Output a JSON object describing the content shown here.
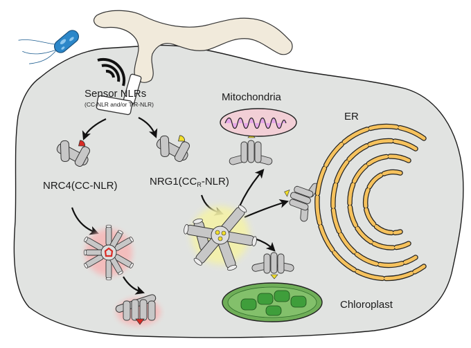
{
  "labels": {
    "sensor_title": "Sensor NLRs",
    "sensor_subtitle": "(CC-NLR and/or TIR-NLR)",
    "nrc4": "NRC4(CC-NLR)",
    "nrg1_prefix": "NRG1(CC",
    "nrg1_sub": "R",
    "nrg1_suffix": "-NLR)",
    "mitochondria": "Mitochondria",
    "er": "ER",
    "chloroplast": "Chloroplast"
  },
  "colors": {
    "cell": "#e1e3e1",
    "cell_outline": "#1c1c1c",
    "hypha": "#f1eadb",
    "bacterium": "#2c87c9",
    "er": "#f6c25d",
    "mito_outer": "#f2cfd6",
    "mito_inner": "#e6a7e8",
    "chloroplast": "#6fae58",
    "thylakoid": "#3f9e3b",
    "protein_gray": "#c7c7c7",
    "nrc4_accent": "#d92b25",
    "nrg1_accent": "#f1de2c",
    "nrc4_glow": "#f6b9b9",
    "nrg1_glow": "#f4f2a8"
  },
  "icons": [
    "bacterium-icon",
    "signal-waves-icon",
    "sensor-nlr-icon",
    "nrc4-monomer-icon",
    "nrg1-monomer-icon",
    "nrc4-resistosome-icon",
    "nrc4-membrane-pore-icon",
    "nrg1-resistosome-icon",
    "mitochondrion-icon",
    "er-icon",
    "chloroplast-icon"
  ]
}
